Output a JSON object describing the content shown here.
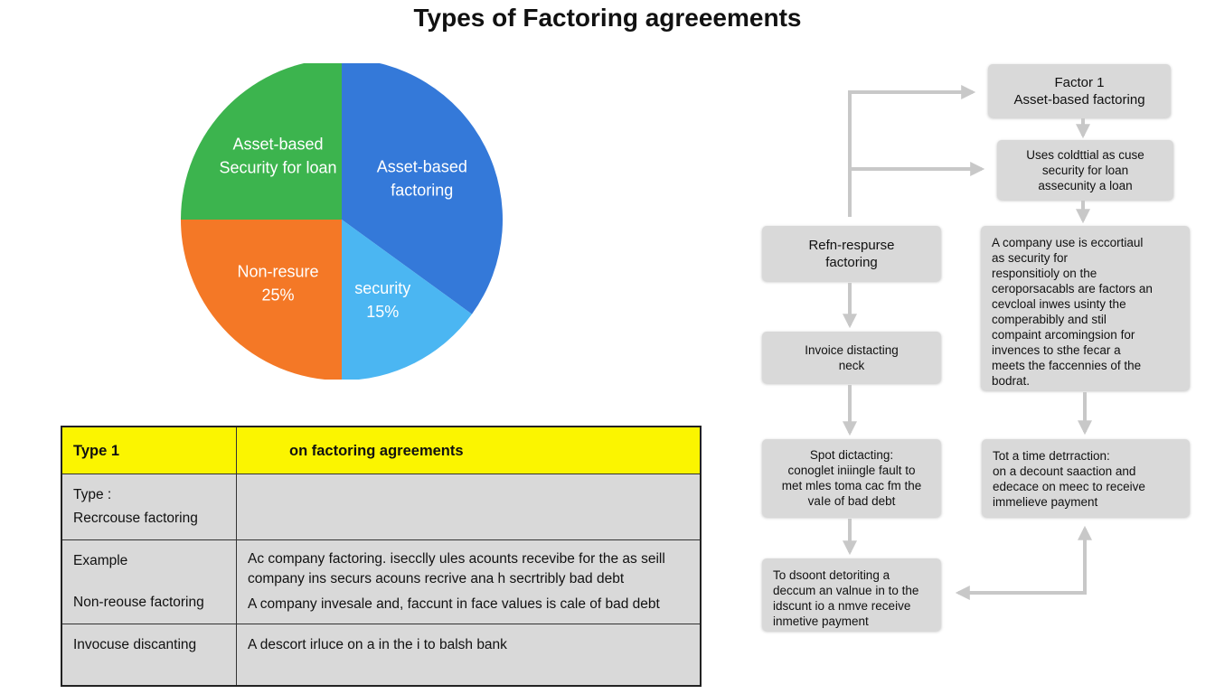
{
  "title": "Types of Factoring agreeements",
  "chart_data": {
    "type": "pie",
    "slices": [
      {
        "label_lines": [
          "Asset-based",
          "factoring"
        ],
        "value": 35,
        "color": "#3479d9"
      },
      {
        "label_lines": [
          "security",
          "15%"
        ],
        "value": 15,
        "color": "#4bb6f2"
      },
      {
        "label_lines": [
          "Non-resure",
          "25%"
        ],
        "value": 25,
        "color": "#f47826"
      },
      {
        "label_lines": [
          "Asset-based",
          "Security for loan"
        ],
        "value": 25,
        "color": "#3cb44e"
      }
    ]
  },
  "table": {
    "header": {
      "col1": "Type 1",
      "col2": "on factoring agreements"
    },
    "rows": [
      {
        "col1": [
          "Type :",
          "Recrcouse factoring"
        ],
        "col2": []
      },
      {
        "col1": [
          "Example",
          "",
          "Non-reouse factoring"
        ],
        "col2": [
          "Ac company factoring. isecclly ules acounts recevibe for the as seill",
          "company ins securs acouns recrive ana h secrtribly bad debt",
          "A company invesale and, faccunt in face values is cale of bad debt"
        ]
      },
      {
        "col1": [
          "Invocuse discanting"
        ],
        "col2": [
          "A descort irluce on a in the i to balsh bank"
        ]
      }
    ]
  },
  "flow": {
    "factor1": [
      "Factor 1",
      "Asset-based factoring"
    ],
    "uses": [
      "Uses coldttial as cuse",
      "security for loan",
      "assecunity a loan"
    ],
    "recourse": [
      "Refn-respurse",
      "factoring"
    ],
    "company": [
      "A company use is eccortiaul",
      "as security for",
      "responsitioly on the",
      "ceroporsacabls are factors an",
      "cevcloal inwes usinty the",
      "comperabibly and stil",
      "compaint arcomingsion for",
      "invences to sthe fecar a",
      "meets the faccennies of the",
      "bodrat."
    ],
    "invoice": [
      "Invoice distacting",
      "neck"
    ],
    "spot": [
      "Spot dictacting:",
      "conoglet iniingle fault to",
      "met mles toma cac fm the",
      "vaIe of bad debt"
    ],
    "time": [
      "Tot a time detrraction:",
      "on a decount saaction and",
      "edecace on meec to receive",
      "immelieve payment"
    ],
    "discount": [
      "To dsoont detoriting a",
      "deccum an valnue in to the",
      "idscunt io a nmve receive",
      "inmetive payment"
    ]
  }
}
